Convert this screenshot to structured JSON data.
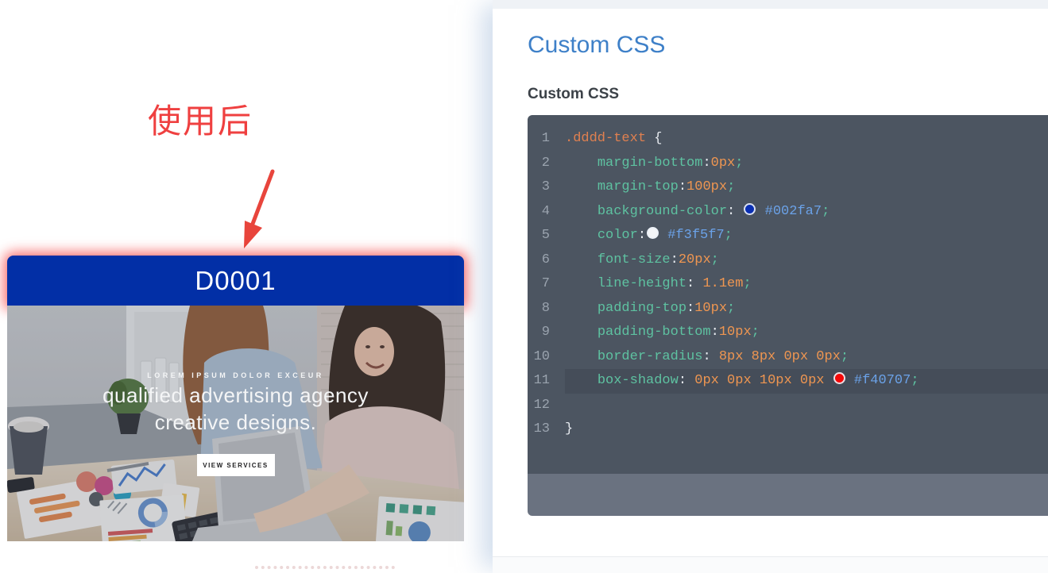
{
  "preview": {
    "annotation": "使用后",
    "annotation_color": "#ef4040",
    "banner": {
      "title": "D0001",
      "bg_color": "#022fa6",
      "glow_color": "#f40707"
    },
    "hero": {
      "tagline": "LOREM IPSUM DOLOR EXCEUR",
      "heading_line1": "qualified advertising agency",
      "heading_line2": "creative designs.",
      "button_label": "VIEW SERVICES"
    }
  },
  "panel": {
    "title": "Custom CSS",
    "title_color": "#3e80c8",
    "field_label": "Custom CSS"
  },
  "editor": {
    "active_line": 11,
    "colors": {
      "background": "#4c5561",
      "active_line_bg": "#454d59",
      "footer_bg": "#6a7280",
      "gutter_text": "#9aa3ae",
      "selector": "#e08050",
      "property": "#5ec2a1",
      "value": "#ef9651",
      "hex_value": "#6ba2e8",
      "punctuation": "#e9edf2"
    },
    "lines": [
      {
        "num": 1,
        "tokens": [
          {
            "text": ".dddd-text",
            "type": "sel"
          },
          {
            "text": " {",
            "type": "brace"
          }
        ]
      },
      {
        "num": 2,
        "tokens": [
          {
            "text": "    ",
            "type": "plain"
          },
          {
            "text": "margin-bottom",
            "type": "prop"
          },
          {
            "text": ":",
            "type": "colon"
          },
          {
            "text": "0px",
            "type": "val"
          },
          {
            "text": ";",
            "type": "semi"
          }
        ]
      },
      {
        "num": 3,
        "tokens": [
          {
            "text": "    ",
            "type": "plain"
          },
          {
            "text": "margin-top",
            "type": "prop"
          },
          {
            "text": ":",
            "type": "colon"
          },
          {
            "text": "100px",
            "type": "val"
          },
          {
            "text": ";",
            "type": "semi"
          }
        ]
      },
      {
        "num": 4,
        "tokens": [
          {
            "text": "    ",
            "type": "plain"
          },
          {
            "text": "background-color",
            "type": "prop"
          },
          {
            "text": ":",
            "type": "colon"
          },
          {
            "text": " ",
            "type": "plain"
          },
          {
            "type": "swatch",
            "color": "#0a2fb3"
          },
          {
            "text": " ",
            "type": "plain"
          },
          {
            "text": "#002fa7",
            "type": "hex"
          },
          {
            "text": ";",
            "type": "semi"
          }
        ]
      },
      {
        "num": 5,
        "tokens": [
          {
            "text": "    ",
            "type": "plain"
          },
          {
            "text": "color",
            "type": "prop"
          },
          {
            "text": ":",
            "type": "colon"
          },
          {
            "type": "swatch",
            "color": "#f3f5f7"
          },
          {
            "text": " ",
            "type": "plain"
          },
          {
            "text": "#f3f5f7",
            "type": "hex"
          },
          {
            "text": ";",
            "type": "semi"
          }
        ]
      },
      {
        "num": 6,
        "tokens": [
          {
            "text": "    ",
            "type": "plain"
          },
          {
            "text": "font-size",
            "type": "prop"
          },
          {
            "text": ":",
            "type": "colon"
          },
          {
            "text": "20px",
            "type": "val"
          },
          {
            "text": ";",
            "type": "semi"
          }
        ]
      },
      {
        "num": 7,
        "tokens": [
          {
            "text": "    ",
            "type": "plain"
          },
          {
            "text": "line-height",
            "type": "prop"
          },
          {
            "text": ":",
            "type": "colon"
          },
          {
            "text": " ",
            "type": "plain"
          },
          {
            "text": "1.1em",
            "type": "val"
          },
          {
            "text": ";",
            "type": "semi"
          }
        ]
      },
      {
        "num": 8,
        "tokens": [
          {
            "text": "    ",
            "type": "plain"
          },
          {
            "text": "padding-top",
            "type": "prop"
          },
          {
            "text": ":",
            "type": "colon"
          },
          {
            "text": "10px",
            "type": "val"
          },
          {
            "text": ";",
            "type": "semi"
          }
        ]
      },
      {
        "num": 9,
        "tokens": [
          {
            "text": "    ",
            "type": "plain"
          },
          {
            "text": "padding-bottom",
            "type": "prop"
          },
          {
            "text": ":",
            "type": "colon"
          },
          {
            "text": "10px",
            "type": "val"
          },
          {
            "text": ";",
            "type": "semi"
          }
        ]
      },
      {
        "num": 10,
        "tokens": [
          {
            "text": "    ",
            "type": "plain"
          },
          {
            "text": "border-radius",
            "type": "prop"
          },
          {
            "text": ":",
            "type": "colon"
          },
          {
            "text": " ",
            "type": "plain"
          },
          {
            "text": "8px 8px 0px 0px",
            "type": "val"
          },
          {
            "text": ";",
            "type": "semi"
          }
        ]
      },
      {
        "num": 11,
        "tokens": [
          {
            "text": "    ",
            "type": "plain"
          },
          {
            "text": "box-shadow",
            "type": "prop"
          },
          {
            "text": ":",
            "type": "colon"
          },
          {
            "text": " ",
            "type": "plain"
          },
          {
            "text": "0px 0px 10px 0px",
            "type": "val"
          },
          {
            "text": " ",
            "type": "plain"
          },
          {
            "type": "swatch",
            "color": "#f40707"
          },
          {
            "text": " ",
            "type": "plain"
          },
          {
            "text": "#f40707",
            "type": "hex"
          },
          {
            "text": ";",
            "type": "semi"
          }
        ]
      },
      {
        "num": 12,
        "tokens": []
      },
      {
        "num": 13,
        "tokens": [
          {
            "text": "}",
            "type": "brace"
          }
        ]
      }
    ]
  }
}
